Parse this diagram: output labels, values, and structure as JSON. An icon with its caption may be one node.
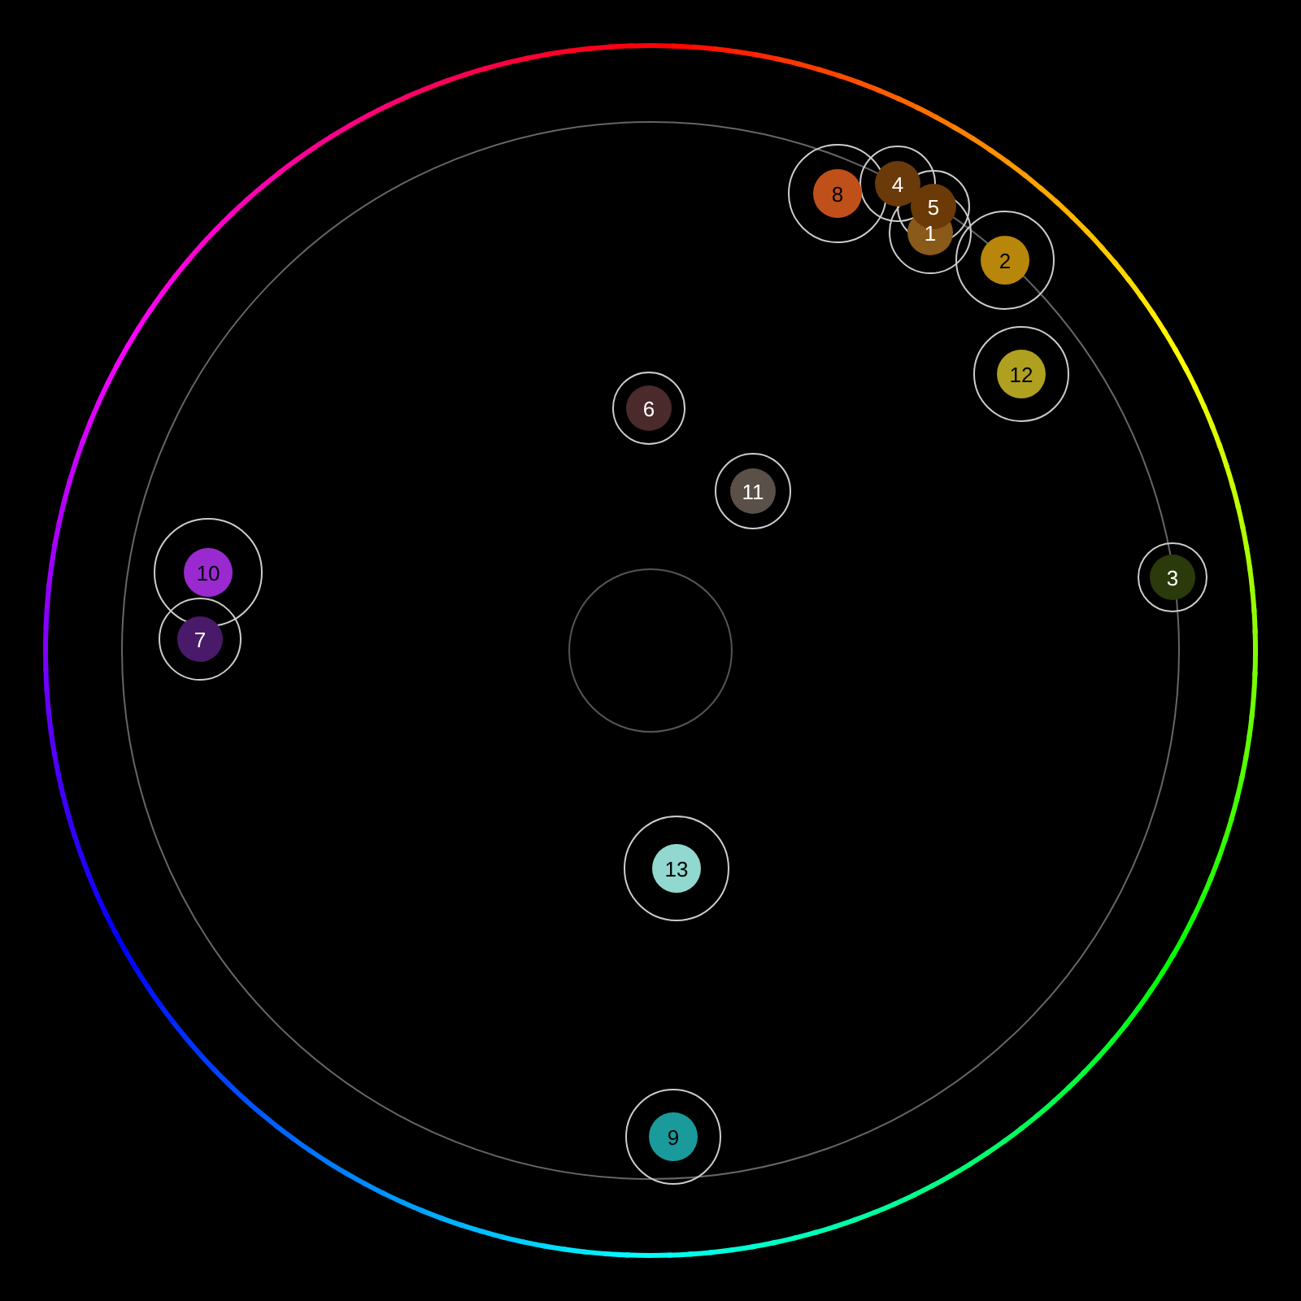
{
  "diagram": {
    "nodes": [
      {
        "text": [
          "1"
        ]
      },
      {
        "text": [
          "2"
        ]
      },
      {
        "text": [
          "3"
        ]
      },
      {
        "text": [
          "4"
        ]
      },
      {
        "text": [
          "5"
        ]
      },
      {
        "text": [
          "6"
        ]
      },
      {
        "text": [
          "7"
        ]
      },
      {
        "text": [
          "8"
        ]
      },
      {
        "text": [
          "9"
        ]
      },
      {
        "text": [
          "10"
        ]
      },
      {
        "text": [
          "11"
        ]
      },
      {
        "text": [
          "12"
        ]
      },
      {
        "text": [
          "13"
        ]
      }
    ]
  }
}
